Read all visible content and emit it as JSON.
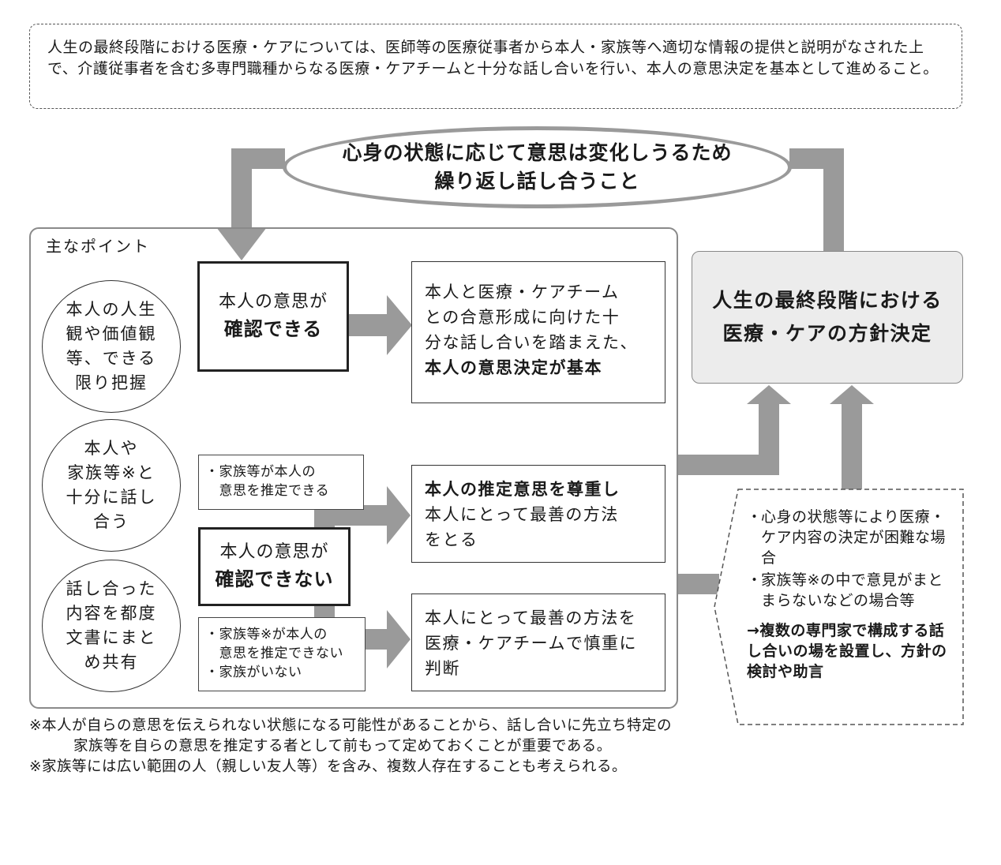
{
  "intro_text": "人生の最終段階における医療・ケアについては、医師等の医療従事者から本人・家族等へ適切な情報の提供と説明がなされた上で、介護従事者を含む多専門職種からなる医療・ケアチームと十分な話し合いを行い、本人の意思決定を基本として進めること。",
  "cycle_note": "心身の状態に応じて意思は変化しうるため\n繰り返し話し合うこと",
  "panel_title": "主なポイント",
  "points": [
    "本人の人生\n観や価値観\n等、できる\n限り把握",
    "本人や\n家族等※と\n十分に話し\n合う",
    "話し合った\n内容を都度\n文書にまと\nめ共有"
  ],
  "confirmable": {
    "line1": "本人の意思が",
    "line2": "確認できる"
  },
  "not_confirmable": {
    "line1": "本人の意思が",
    "line2": "確認できない"
  },
  "confirmable_result": {
    "text": "本人と医療・ケアチーム\nとの合意形成に向けた十\n分な話し合いを踏まえた、",
    "bold": "本人の意思決定が基本"
  },
  "family_can": "・家族等が本人の\n　意思を推定できる",
  "family_cannot": "・家族等※が本人の\n　意思を推定できない\n・家族がいない",
  "presumed_result": {
    "bold": "本人の推定意思を尊重し",
    "text": "本人にとって最善の方法\nをとる"
  },
  "team_result": "本人にとって最善の方法を\n医療・ケアチームで慎重に\n判断",
  "policy_decision": "人生の最終段階における\n医療・ケアの方針決定",
  "difficult_cases": [
    "心身の状態等により医療・ケア内容の決定が困難な場合",
    "家族等※の中で意見がまとまらないなどの場合等"
  ],
  "expert_panel": "→複数の専門家で構成する話し合いの場を設置し、方針の検討や助言",
  "footnotes": [
    "※本人が自らの意思を伝えられない状態になる可能性があることから、話し合いに先立ち特定の家族等を自らの意思を推定する者として前もって定めておくことが重要である。",
    "※家族等には広い範囲の人（親しい友人等）を含み、複数人存在することも考えられる。"
  ],
  "colors": {
    "arrow": "#9a9a9a",
    "policy_bg": "#ececec",
    "border": "#8a8a8a"
  }
}
